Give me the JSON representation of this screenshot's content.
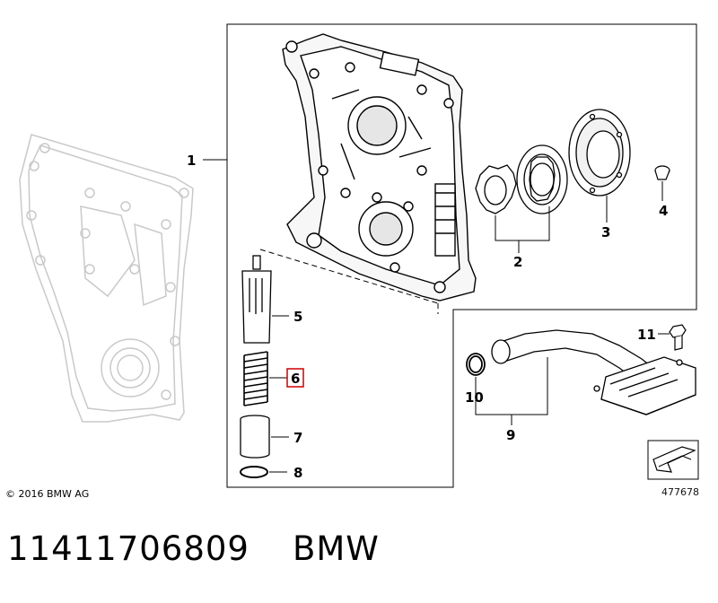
{
  "callouts": {
    "c1": "1",
    "c2": "2",
    "c3": "3",
    "c4": "4",
    "c5": "5",
    "c6": "6",
    "c7": "7",
    "c8": "8",
    "c9": "9",
    "c10": "10",
    "c11": "11"
  },
  "highlight_color": "#cc0000",
  "copyright": "© 2016 BMW AG",
  "image_number": "477678",
  "caption": {
    "part_number": "11411706809",
    "brand": "BMW"
  }
}
